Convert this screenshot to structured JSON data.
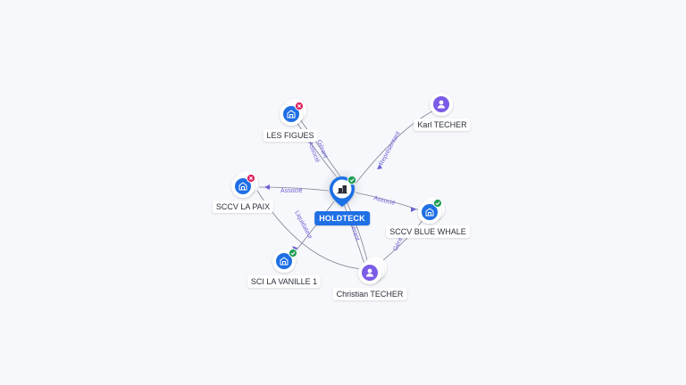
{
  "graph": {
    "nodes": {
      "holdteck": {
        "label": "HOLDTECK",
        "kind": "company",
        "status": "active",
        "main": true
      },
      "les_figues": {
        "label": "LES FIGUES",
        "kind": "company",
        "status": "closed"
      },
      "sccv_la_paix": {
        "label": "SCCV LA PAIX",
        "kind": "company",
        "status": "closed"
      },
      "sci_la_vanille": {
        "label": "SCI LA VANILLE 1",
        "kind": "company",
        "status": "active"
      },
      "karl_techer": {
        "label": "Karl TECHER",
        "kind": "person"
      },
      "christian_techer": {
        "label": "Christian TECHER",
        "kind": "person"
      },
      "sccv_blue_whale": {
        "label": "SCCV BLUE WHALE",
        "kind": "company",
        "status": "active"
      }
    },
    "edge_labels": {
      "gerant_figues": "Gérant",
      "associe_figues": "Associé",
      "representant_karl": "Représentant",
      "associe_paix": "Associé",
      "associe_blue": "Associé",
      "liquidateur": "Liquidateur",
      "gerant_christian": "Gérant",
      "gerant_blue": "Gérant"
    }
  },
  "colors": {
    "company_icon": "#1f6fe5",
    "person_icon": "#7b5ce6",
    "status_active": "#1f9d55",
    "status_closed": "#e0245e",
    "edge": "#7c8293",
    "edge_label": "#6b63d6",
    "main_label_bg": "#1f6fe5"
  },
  "icons": {
    "company": "building-icon",
    "person": "person-icon",
    "active": "check-badge-icon",
    "closed": "close-badge-icon"
  }
}
